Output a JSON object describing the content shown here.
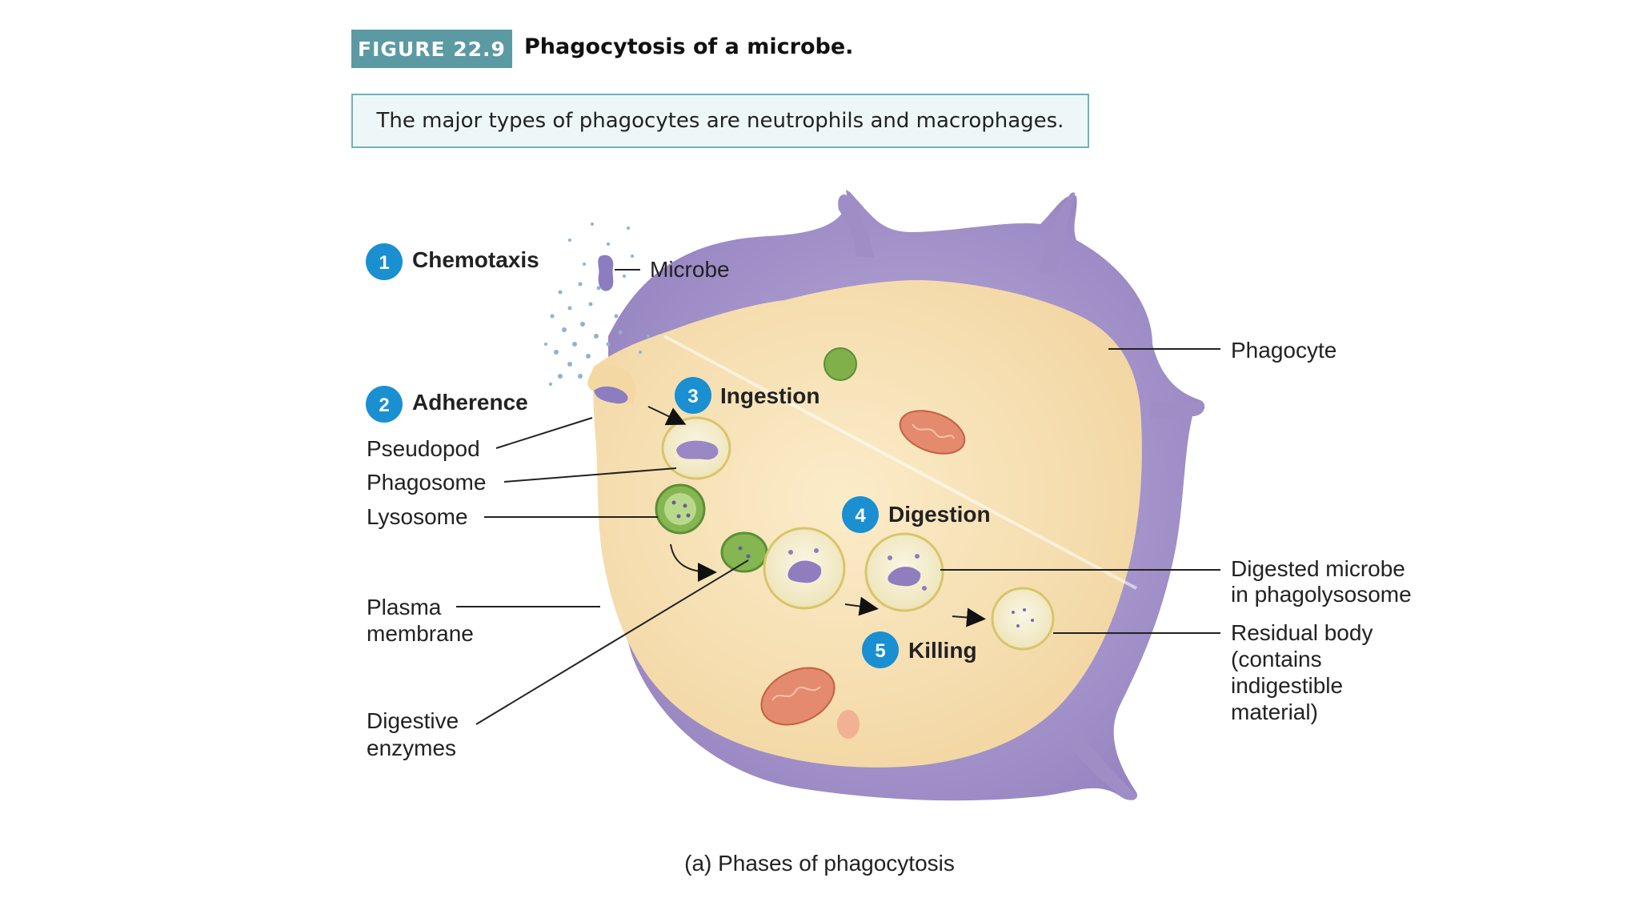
{
  "figure": {
    "tag": "FIGURE 22.9",
    "title": "Phagocytosis of a microbe.",
    "summary": "The major types of phagocytes are neutrophils and macrophages.",
    "caption": "(a) Phases of phagocytosis"
  },
  "steps": [
    {
      "number": "1",
      "label": "Chemotaxis"
    },
    {
      "number": "2",
      "label": "Adherence"
    },
    {
      "number": "3",
      "label": "Ingestion"
    },
    {
      "number": "4",
      "label": "Digestion"
    },
    {
      "number": "5",
      "label": "Killing"
    }
  ],
  "labels": {
    "microbe": "Microbe",
    "phagocyte": "Phagocyte",
    "pseudopod": "Pseudopod",
    "phagosome": "Phagosome",
    "lysosome": "Lysosome",
    "plasma_membrane": [
      "Plasma",
      "membrane"
    ],
    "digestive_enzymes": [
      "Digestive",
      "enzymes"
    ],
    "digested_microbe": [
      "Digested microbe",
      "in phagolysosome"
    ],
    "residual_body": [
      "Residual body",
      "(contains",
      "indigestible",
      "material)"
    ]
  },
  "colors": {
    "tag_bg": "#5b9aa3",
    "badge": "#1a8fd1",
    "cell_outer": "#a594c9",
    "cytoplasm": "#f6dfb0",
    "lysosome": "#7fb04a",
    "mitochondria": "#e0876a"
  }
}
